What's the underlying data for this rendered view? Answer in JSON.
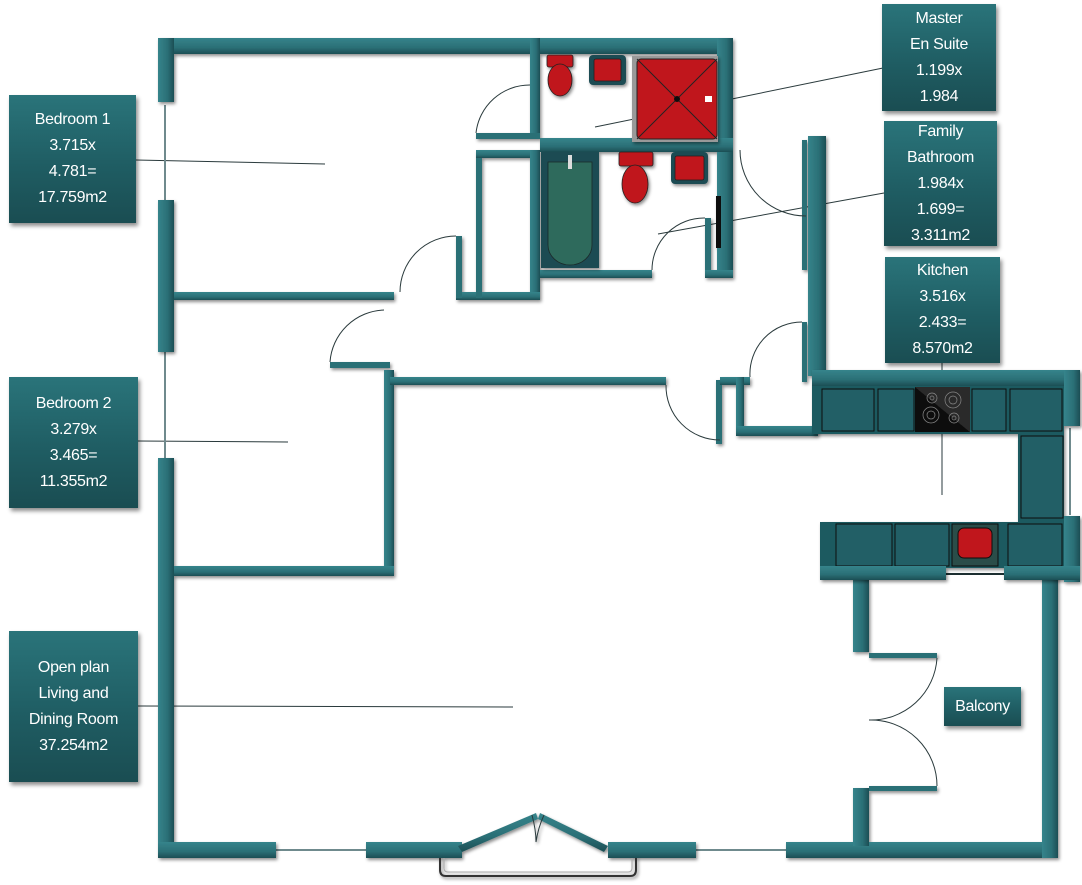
{
  "colors": {
    "wall": "#2b6f76",
    "wall_dark": "#1c4e54",
    "label_bg": "#22656b",
    "fixture_red": "#c0161a",
    "bath_green": "#2f6b5c",
    "hob_black": "#111111",
    "background": "#ffffff"
  },
  "rooms": {
    "bedroom1": {
      "name": "Bedroom 1",
      "width": "3.715x",
      "length": "4.781=",
      "area": "17.759m2"
    },
    "bedroom2": {
      "name": "Bedroom 2",
      "width": "3.279x",
      "length": "3.465=",
      "area": "11.355m2"
    },
    "master_en_suite": {
      "name_line1": "Master",
      "name_line2": "En Suite",
      "width": "1.199x",
      "length": "1.984"
    },
    "family_bathroom": {
      "name_line1": "Family",
      "name_line2": "Bathroom",
      "width": "1.984x",
      "length": "1.699=",
      "area": "3.311m2"
    },
    "kitchen": {
      "name": "Kitchen",
      "width": "3.516x",
      "length": "2.433=",
      "area": "8.570m2"
    },
    "living": {
      "name_line1": "Open plan",
      "name_line2": "Living and",
      "name_line3": "Dining Room",
      "area": "37.254m2"
    },
    "balcony": {
      "name": "Balcony"
    }
  }
}
